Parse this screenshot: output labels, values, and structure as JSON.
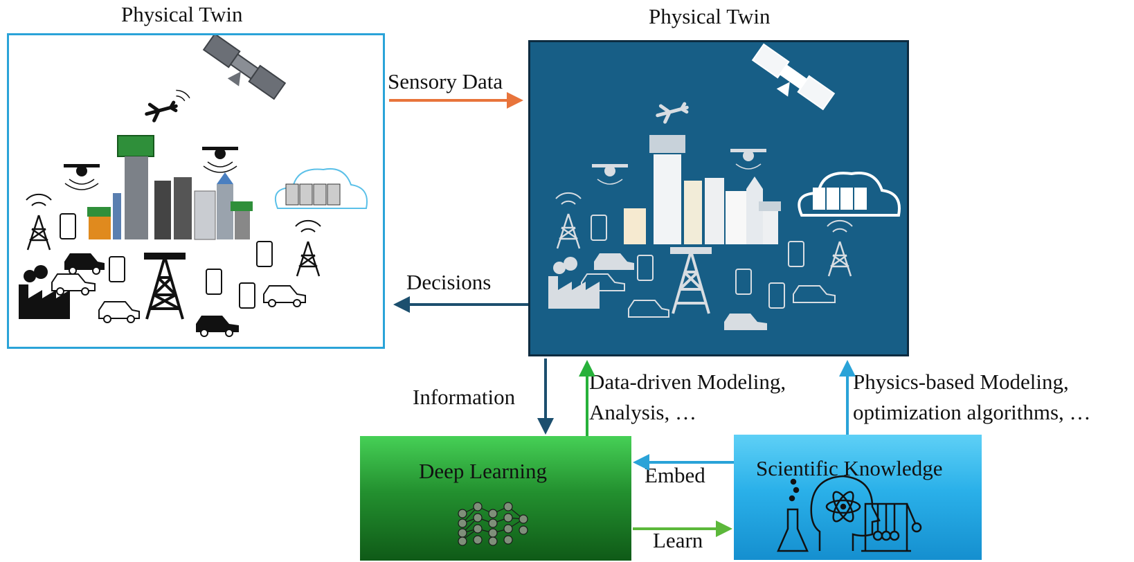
{
  "labels": {
    "left_title": "Physical Twin",
    "right_title": "Physical Twin",
    "sensory_data": "Sensory Data",
    "decisions": "Decisions",
    "information": "Information",
    "data_driven_line1": "Data-driven Modeling,",
    "data_driven_line2": "Analysis, …",
    "physics_line1": "Physics-based Modeling,",
    "physics_line2": "optimization algorithms, …",
    "deep_learning": "Deep Learning",
    "scientific_knowledge": "Scientific Knowledge",
    "embed": "Embed",
    "learn": "Learn"
  },
  "colors": {
    "sensory_arrow": "#e8743b",
    "decisions_arrow": "#1c4f6e",
    "information_arrow": "#1c4f6e",
    "data_driven_arrow": "#27b13a",
    "physics_arrow": "#2aa3d8",
    "embed_arrow": "#2aa3d8",
    "learn_arrow": "#5cb83a",
    "left_panel_border": "#2aa3d8",
    "right_panel_fill": "#175e86"
  },
  "icons": [
    "satellite-icon",
    "airplane-icon",
    "drone-icon",
    "skyscraper-city-icon",
    "cloud-server-icon",
    "cell-tower-icon",
    "smartphone-icon",
    "car-icon",
    "factory-icon",
    "neural-network-icon",
    "flask-icon",
    "atom-head-icon",
    "newtons-cradle-icon"
  ]
}
